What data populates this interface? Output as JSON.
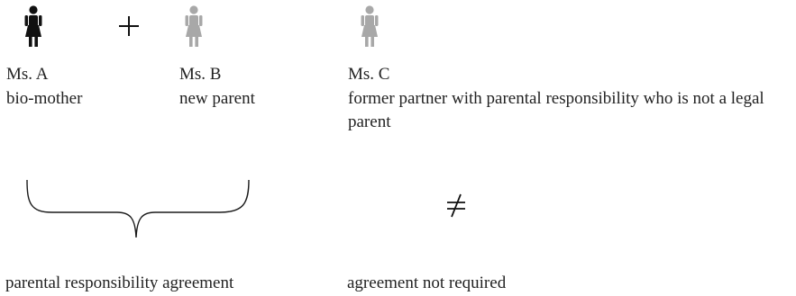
{
  "colors": {
    "dark": "#111111",
    "grey": "#a8a8a8",
    "text": "#222222"
  },
  "figures": [
    {
      "icon": "woman-icon",
      "tone": "dark",
      "name": "Ms. A",
      "role": "bio-mother"
    },
    {
      "icon": "woman-icon",
      "tone": "grey",
      "name": "Ms. B",
      "role": "new parent"
    },
    {
      "icon": "woman-icon",
      "tone": "grey",
      "name": "Ms. C",
      "role": "former partner with parental responsibility who is not a legal parent"
    }
  ],
  "symbols": {
    "plus": "+",
    "not_equal": "≠"
  },
  "outcomes": {
    "left": "parental responsibility agreement",
    "right": "agreement not required"
  }
}
